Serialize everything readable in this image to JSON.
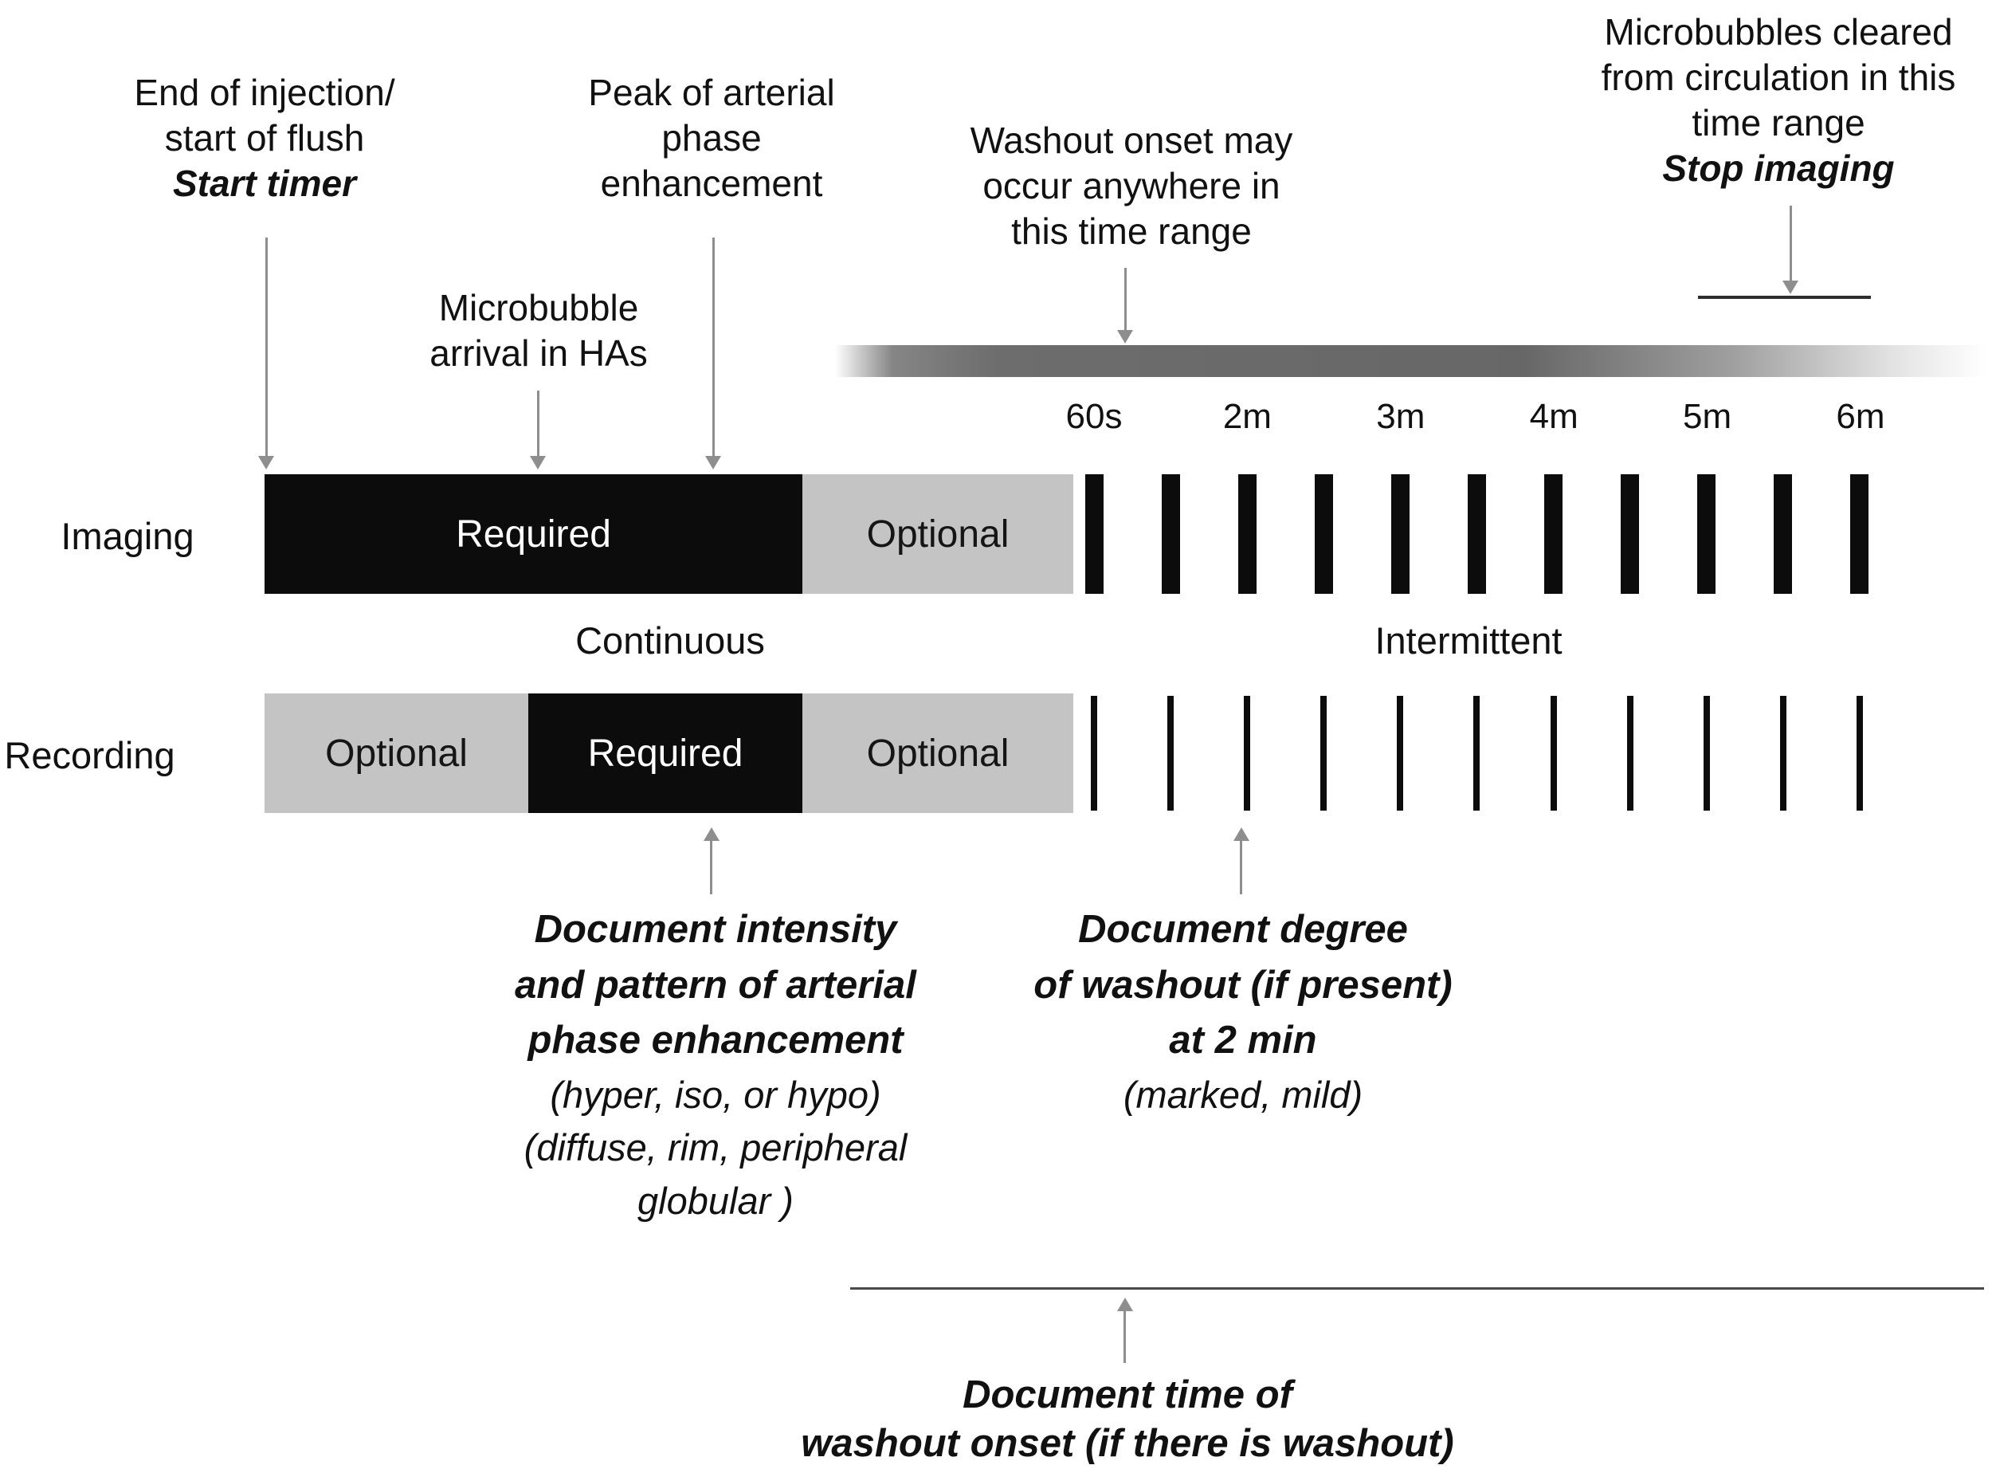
{
  "colors": {
    "bar_black": "#0c0c0c",
    "bar_gray": "#c4c4c4",
    "arrow_gray": "#8e8e8e",
    "text": "#111111"
  },
  "top_annotations": {
    "end_of_injection": {
      "line1": "End of injection/",
      "line2": "start of flush",
      "emphasis": "Start timer"
    },
    "microbubble_arrival": {
      "line1": "Microbubble",
      "line2": "arrival in HAs"
    },
    "peak_arterial": {
      "line1": "Peak of arterial",
      "line2": "phase",
      "line3": "enhancement"
    },
    "washout_onset": {
      "line1": "Washout onset may",
      "line2": "occur anywhere in",
      "line3": "this time range"
    },
    "microbubbles_cleared": {
      "line1": "Microbubbles cleared",
      "line2": "from circulation in this",
      "line3": "time range",
      "emphasis": "Stop imaging"
    }
  },
  "timeline": {
    "time_labels": [
      "60s",
      "2m",
      "3m",
      "4m",
      "5m",
      "6m"
    ],
    "imaging": {
      "row_label": "Imaging",
      "segments": [
        {
          "label": "Required",
          "style": "black"
        },
        {
          "label": "Optional",
          "style": "gray"
        }
      ],
      "tick_count": 11
    },
    "recording": {
      "row_label": "Recording",
      "segments": [
        {
          "label": "Optional",
          "style": "gray"
        },
        {
          "label": "Required",
          "style": "black"
        },
        {
          "label": "Optional",
          "style": "gray"
        }
      ],
      "tick_count": 11
    },
    "continuous_label": "Continuous",
    "intermittent_label": "Intermittent"
  },
  "bottom_notes": {
    "arterial_phase": {
      "bold1": "Document intensity",
      "bold2": "and pattern of arterial",
      "bold3": "phase enhancement",
      "italic1": "(hyper, iso, or hypo)",
      "italic2": "(diffuse, rim, peripheral",
      "italic3": "globular )"
    },
    "washout_degree": {
      "bold1": "Document degree",
      "bold2": "of washout (if present)",
      "bold3": "at 2 min",
      "italic1": "(marked, mild)"
    },
    "washout_time": {
      "bold1": "Document time of",
      "bold2": "washout onset (if there is washout)"
    }
  }
}
